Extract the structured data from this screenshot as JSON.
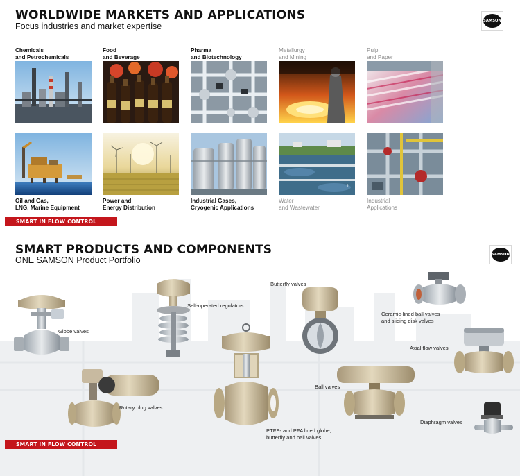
{
  "markets": {
    "title": "WORLDWIDE MARKETS AND APPLICATIONS",
    "subtitle": "Focus industries and market expertise",
    "logo_text": "SAMSON",
    "top_row": [
      {
        "line1": "Chemicals",
        "line2": "and Petrochemicals",
        "focus": true
      },
      {
        "line1": "Food",
        "line2": "and Beverage",
        "focus": true
      },
      {
        "line1": "Pharma",
        "line2": "and Biotechnology",
        "focus": true
      },
      {
        "line1": "Metallurgy",
        "line2": "and Mining",
        "focus": false
      },
      {
        "line1": "Pulp",
        "line2": "and Paper",
        "focus": false
      }
    ],
    "bottom_row": [
      {
        "line1": "Oil and Gas,",
        "line2": "LNG, Marine Equipment",
        "focus": true
      },
      {
        "line1": "Power and",
        "line2": "Energy Distribution",
        "focus": true
      },
      {
        "line1": "Industrial Gases,",
        "line2": "Cryogenic Applications",
        "focus": true
      },
      {
        "line1": "Water",
        "line2": "and Wastewater",
        "focus": false
      },
      {
        "line1": "Industrial",
        "line2": "Applications",
        "focus": false
      }
    ],
    "banner": "SMART IN FLOW CONTROL"
  },
  "products": {
    "title": "SMART PRODUCTS AND COMPONENTS",
    "subtitle": "ONE SAMSON Product Portfolio",
    "logo_text": "SAMSON",
    "labels": {
      "globe": "Globe valves",
      "self_operated": "Self-operated regulators",
      "butterfly": "Butterfly valves",
      "ceramic_line1": "Ceramic-lined ball valves",
      "ceramic_line2": "and sliding disk valves",
      "axial": "Axial flow valves",
      "rotary": "Rotary plug valves",
      "ball": "Ball valves",
      "ptfe_line1": "PTFE- and PFA lined globe,",
      "ptfe_line2": "butterfly and ball valves",
      "diaphragm": "Diaphragm valves"
    },
    "banner": "SMART IN FLOW CONTROL"
  },
  "colors": {
    "brand_red": "#c4161c",
    "valve_beige": "#cfc1a0",
    "valve_metal": "#b8bcc0",
    "text_gray": "#8a8a8a"
  }
}
